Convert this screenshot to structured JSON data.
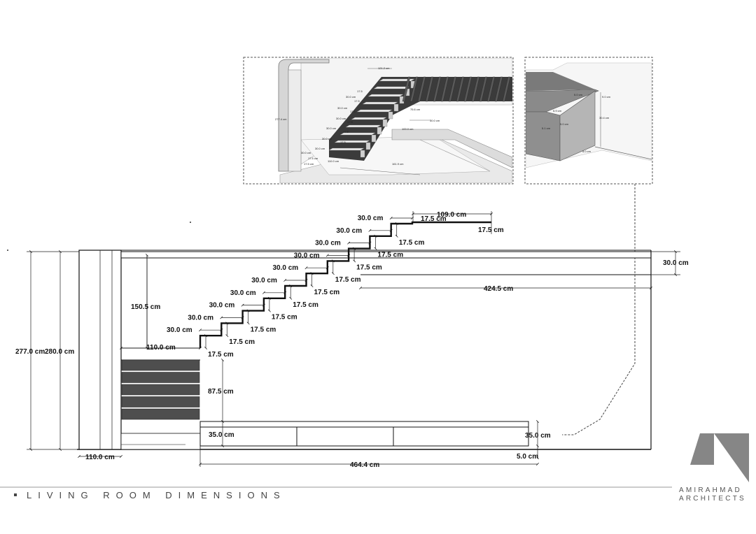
{
  "title": "LIVING ROOM DIMENSIONS",
  "brand": {
    "line1": "AMIRAHMAD",
    "line2": "ARCHITECTS"
  },
  "colors": {
    "line": "#1a1a1a",
    "tread": "#555555",
    "storage": "#4e4e4e",
    "wall": "#9a9a9a",
    "logo": "#858585"
  },
  "stairs": {
    "treads": [
      "30.0 cm",
      "30.0 cm",
      "30.0 cm",
      "30.0 cm",
      "30.0 cm",
      "30.0 cm",
      "30.0 cm",
      "30.0 cm",
      "30.0 cm",
      "30.0 cm"
    ],
    "risers": [
      "17.5 cm",
      "17.5 cm",
      "17.5 cm",
      "17.5 cm",
      "17.5 cm",
      "17.5 cm",
      "17.5 cm",
      "17.5 cm",
      "17.5 cm",
      "17.5 cm",
      "17.5 cm"
    ]
  },
  "dimensions": {
    "top_landing": "109.0 cm",
    "top_riser": "17.5 cm",
    "ceiling_thickness": "30.0 cm",
    "ceiling_length": "424.5 cm",
    "wall_height_inner": "150.5 cm",
    "landing_width": "110.0 cm",
    "storage_height": "87.5 cm",
    "height_277": "277.0 cm",
    "height_280": "280.0 cm",
    "bench_height_left": "35.0 cm",
    "bench_height_right": "35.0 cm",
    "base_width": "110.0 cm",
    "bench_length": "464.4 cm",
    "plinth": "5.0 cm"
  },
  "detail_3d": {
    "labels": [
      "121.2 cm",
      "17.5",
      "30.0 cm",
      "17.5",
      "30.0 cm",
      "17.5",
      "30.0 cm",
      "17.5",
      "30.0 cm",
      "17.5",
      "30.0 cm",
      "17.5",
      "30.0 cm",
      "17.5 cm",
      "30.0 cm",
      "17.5 cm",
      "110.0 cm",
      "75.6 cm",
      "30.0 cm",
      "100.0 cm",
      "161.9 cm",
      "277.4 cm"
    ]
  },
  "detail_box": {
    "labels": [
      "5.0 cm",
      "9.0 cm",
      "30.4 cm",
      "5.9 cm",
      "5.0 cm",
      "5.1 cm",
      "5.0 cm"
    ]
  }
}
